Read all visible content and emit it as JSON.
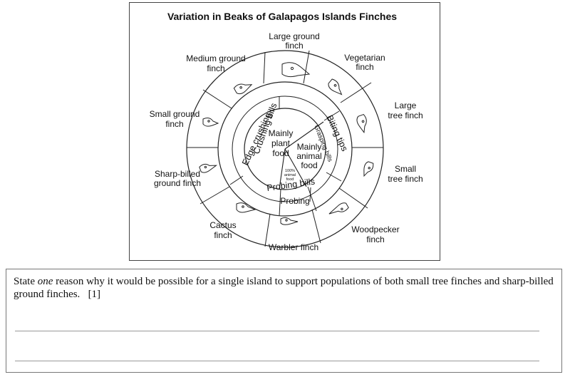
{
  "figure": {
    "title": "Variation in Beaks of Galapagos Islands Finches",
    "finches": [
      {
        "line1": "Large ground",
        "line2": "finch"
      },
      {
        "line1": "Vegetarian",
        "line2": "finch"
      },
      {
        "line1": "Large",
        "line2": "tree finch"
      },
      {
        "line1": "Small",
        "line2": "tree finch"
      },
      {
        "line1": "Woodpecker",
        "line2": "finch"
      },
      {
        "line1": "Warbler finch",
        "line2": ""
      },
      {
        "line1": "Cactus",
        "line2": "finch"
      },
      {
        "line1": "Sharp-billed",
        "line2": "ground finch"
      },
      {
        "line1": "Small ground",
        "line2": "finch"
      },
      {
        "line1": "Medium ground",
        "line2": "finch"
      }
    ],
    "beak_types": {
      "edge_crushing": "Edge crushing",
      "crushing_bills": "Crushing bills",
      "biting_tips": "Biting tips",
      "grasping_bills": "Grasping bills",
      "probing_bills": "Probing bills",
      "probing": "Probing"
    },
    "diet": {
      "plant_1": "Mainly",
      "plant_2": "plant",
      "plant_3": "food",
      "animal_1": "Mainly",
      "animal_2": "animal",
      "animal_3": "food",
      "full_1": "100%",
      "full_2": "animal",
      "full_3": "food"
    }
  },
  "question": {
    "part1": "State ",
    "emphasis": "one",
    "part2": " reason why it would be possible for a single island to support populations of both small tree finches and sharp-billed ground finches.",
    "marks": "[1]"
  }
}
